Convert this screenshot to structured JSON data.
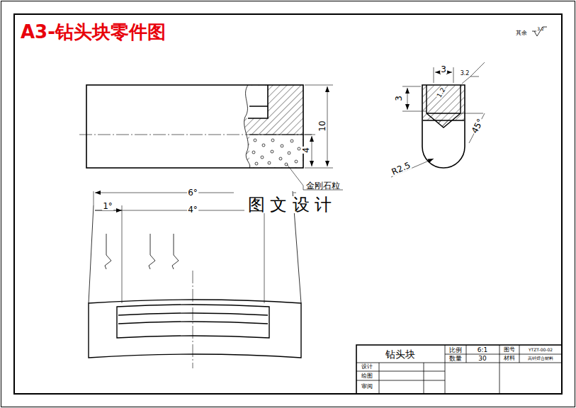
{
  "diagram": {
    "title": "A3-钻头块零件图",
    "labels": [
      "其余",
      "3.2",
      "10",
      "4",
      "金刚石粒",
      "6°",
      "1°",
      "4°",
      "图 文 设 计",
      "3",
      "3.2",
      "3",
      "1.2",
      "45°",
      "R2.5",
      "钻头块",
      "比例",
      "6:1",
      "图号",
      "YTZT-00-02",
      "数量",
      "30",
      "材料",
      "高钎焊合材料",
      "设计",
      "绘图",
      "审阅"
    ]
  }
}
